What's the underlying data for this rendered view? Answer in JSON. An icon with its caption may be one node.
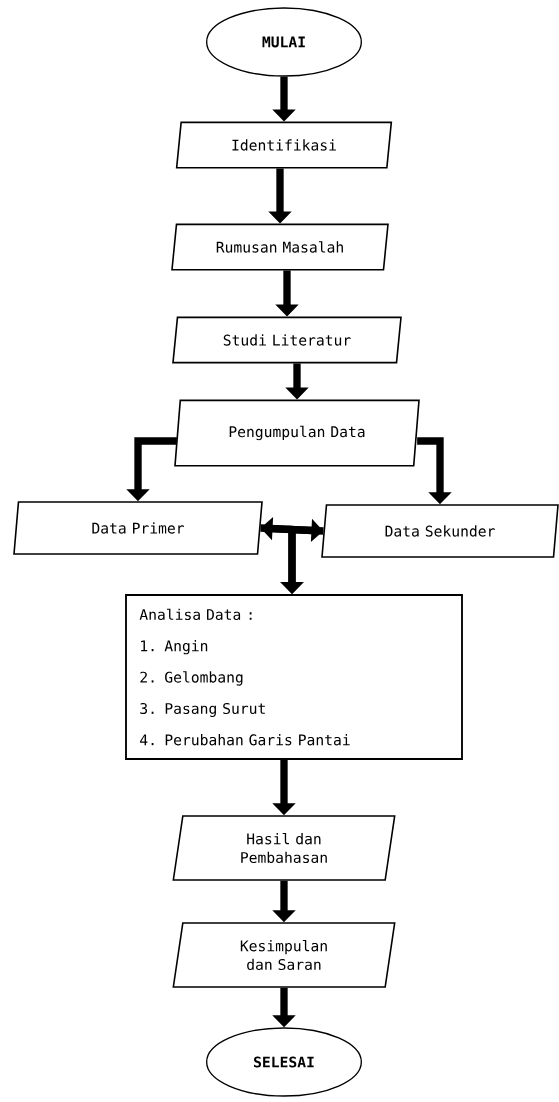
{
  "diagram": {
    "nodes": [
      {
        "text": [
          "MULAI"
        ]
      },
      {
        "text": [
          "Identifikasi"
        ]
      },
      {
        "text": [
          "Rumusan Masalah"
        ]
      },
      {
        "text": [
          "Studi Literatur"
        ]
      },
      {
        "text": [
          "Pengumpulan Data"
        ]
      },
      {
        "text": [
          "Data Primer"
        ]
      },
      {
        "text": [
          "Data Sekunder"
        ]
      },
      {
        "text": [
          "Analisa Data :",
          "1. Angin",
          "2. Gelombang",
          "3. Pasang Surut",
          "4. Perubahan Garis Pantai"
        ]
      },
      {
        "text": [
          "Hasil dan Pembahasan"
        ]
      },
      {
        "text": [
          "Kesimpulan dan Saran"
        ]
      },
      {
        "text": [
          "SELESAI"
        ]
      }
    ],
    "edges": [
      {
        "from": 0,
        "to": 1,
        "arrow": "to"
      },
      {
        "from": 1,
        "to": 2,
        "arrow": "to"
      },
      {
        "from": 2,
        "to": 3,
        "arrow": "to"
      },
      {
        "from": 3,
        "to": 4,
        "arrow": "to"
      },
      {
        "from": 4,
        "to": 5,
        "arrow": "to"
      },
      {
        "from": 4,
        "to": 6,
        "arrow": "to"
      },
      {
        "from": 5,
        "to": 6,
        "arrow": "both"
      },
      {
        "from": 5,
        "to": 7,
        "arrow": "to"
      },
      {
        "from": 6,
        "to": 7,
        "arrow": "to"
      },
      {
        "from": 7,
        "to": 8,
        "arrow": "to"
      },
      {
        "from": 8,
        "to": 9,
        "arrow": "to"
      },
      {
        "from": 9,
        "to": 10,
        "arrow": "to"
      }
    ]
  }
}
